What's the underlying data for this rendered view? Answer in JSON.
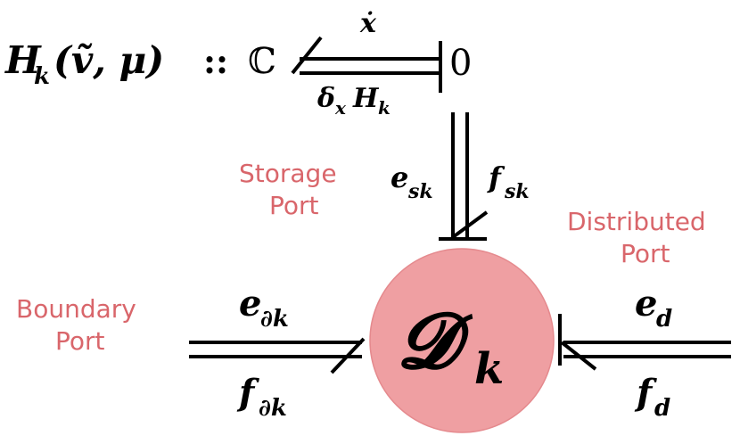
{
  "node": {
    "label": "𝓓",
    "subscript": "k",
    "fill_color": "#ef9fa2"
  },
  "storage": {
    "hamiltonian": "H",
    "hamiltonian_sub": "k",
    "arguments": "(ṽ, μ)",
    "type_sep": "::",
    "type_symbol": "ℂ",
    "zero": "0",
    "x_dot": "ẋ",
    "delta": "δ",
    "delta_sub": "x",
    "delta_h": "H",
    "delta_h_sub": "k",
    "effort": "e",
    "effort_sub": "sk",
    "flow": "f",
    "flow_sub": "sk",
    "port_label_line1": "Storage",
    "port_label_line2": "Port"
  },
  "boundary": {
    "effort": "e",
    "effort_sub": "∂k",
    "flow": "f",
    "flow_sub": "∂k",
    "port_label_line1": "Boundary",
    "port_label_line2": "Port"
  },
  "distributed": {
    "effort": "e",
    "effort_sub": "d",
    "flow": "f",
    "flow_sub": "d",
    "port_label_line1": "Distributed",
    "port_label_line2": "Port"
  },
  "colors": {
    "port_label": "#d9666b",
    "stroke": "#000000",
    "node_stroke": "#e58a8e"
  }
}
